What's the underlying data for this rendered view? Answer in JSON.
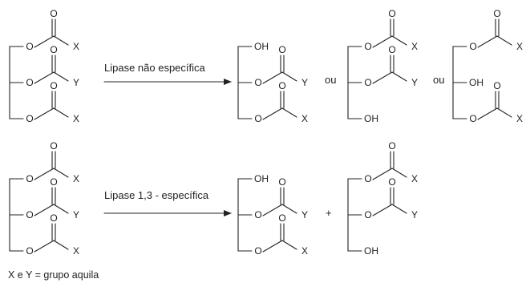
{
  "reactions": [
    {
      "enzyme": "Lipase não específica",
      "reactant": {
        "r1": "X",
        "r2": "Y",
        "r3": "X"
      },
      "products": [
        {
          "r1": "OH",
          "r2": "Y",
          "r3": "X"
        },
        {
          "r1": "X",
          "r2": "Y",
          "r3": "OH"
        },
        {
          "r1": "X",
          "r2": "OH",
          "r3": "X"
        }
      ],
      "separators": [
        "ou",
        "ou"
      ]
    },
    {
      "enzyme": "Lipase 1,3 - específica",
      "reactant": {
        "r1": "X",
        "r2": "Y",
        "r3": "X"
      },
      "products": [
        {
          "r1": "OH",
          "r2": "Y",
          "r3": "X"
        },
        {
          "r1": "X",
          "r2": "Y",
          "r3": "OH"
        }
      ],
      "separators": [
        "+"
      ]
    }
  ],
  "legend": "X e Y = grupo aquila",
  "atoms": {
    "oxygen": "O",
    "hydroxyl": "OH"
  },
  "colors": {
    "ink": "#222222",
    "background": "#ffffff"
  }
}
